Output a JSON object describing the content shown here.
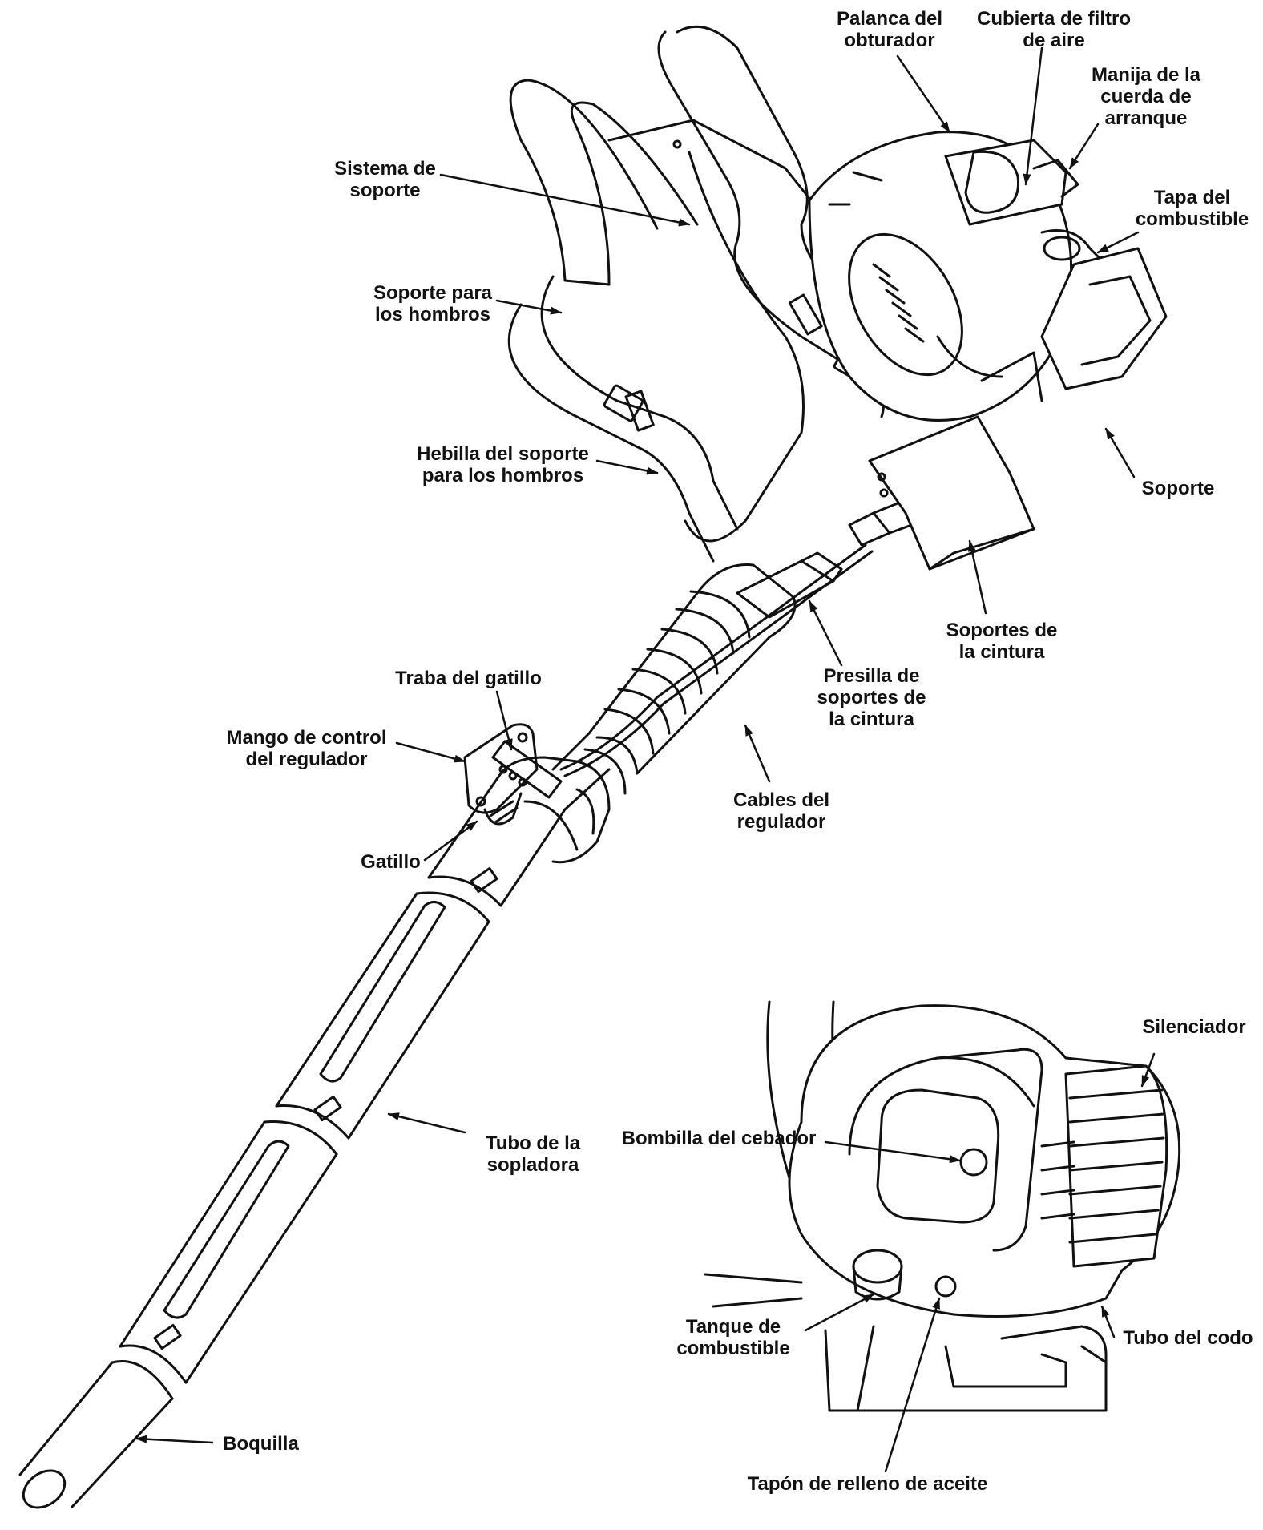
{
  "labels": {
    "palanca": "Palanca del\nobturador",
    "cubierta": "Cubierta de filtro\nde aire",
    "manija": "Manija de la\ncuerda de\narranque",
    "sistema": "Sistema de\nsoporte",
    "tapa": "Tapa del\ncombustible",
    "soporte_hombros": "Soporte para\nlos hombros",
    "hebilla": "Hebilla del soporte\npara los hombros",
    "soporte": "Soporte",
    "soportes_cintura": "Soportes de\nla cintura",
    "traba": "Traba del gatillo",
    "presilla": "Presilla de\nsoportes de\nla cintura",
    "mango": "Mango de control\ndel regulador",
    "cables": "Cables del\nregulador",
    "gatillo": "Gatillo",
    "silenciador": "Silenciador",
    "bombilla": "Bombilla del cebador",
    "tubo_sopladora": "Tubo de la\nsopladora",
    "tanque": "Tanque de\ncombustible",
    "tubo_codo": "Tubo del codo",
    "boquilla": "Boquilla",
    "tapon": "Tapón de relleno de aceite"
  }
}
